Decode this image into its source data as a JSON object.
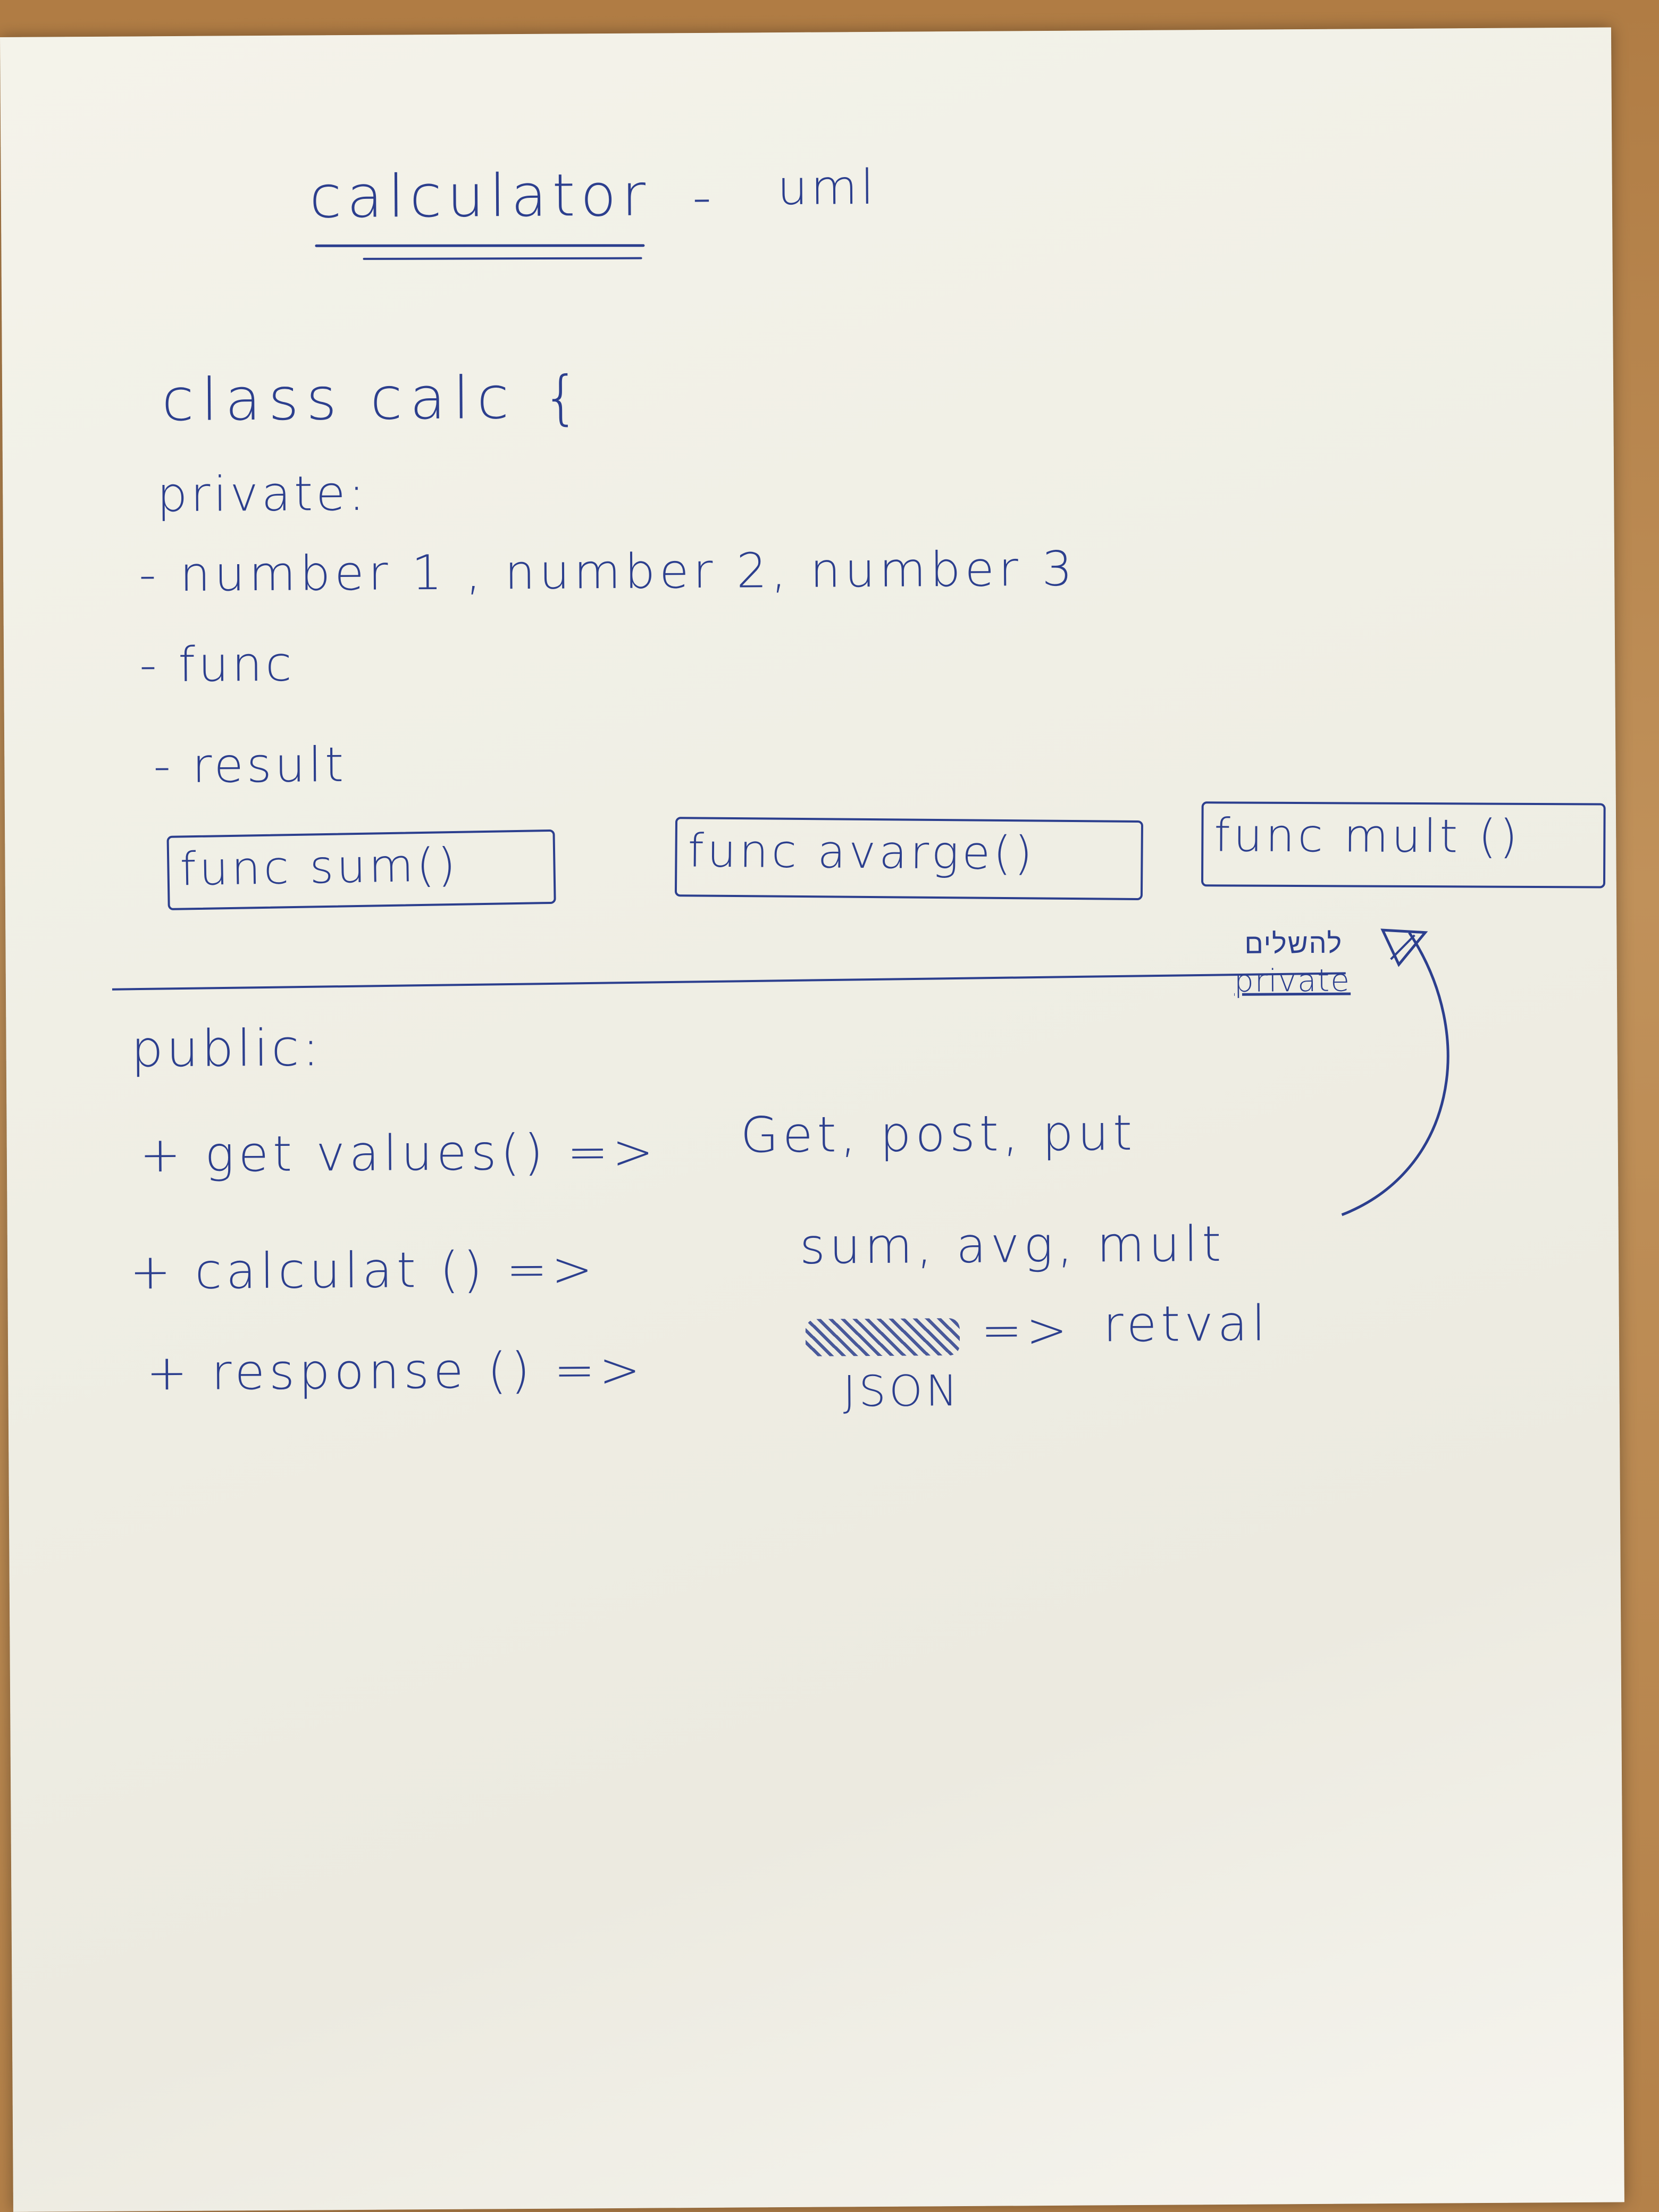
{
  "note": {
    "title": "calculator",
    "title_dash": "-",
    "title_suffix": "uml",
    "class_line": "class   calc {",
    "private_label": "private:",
    "private_members": [
      "- number 1  , number 2,   number 3",
      "-  func",
      "- result"
    ],
    "private_functions": [
      "func  sum()",
      "func  avarge()",
      "func mult ()"
    ],
    "annotation_hebrew": "להשלים",
    "annotation_private": "private",
    "public_label": "public:",
    "public_methods": [
      {
        "left": "+ get values() =>",
        "right": "Get, post, put"
      },
      {
        "left": "+  calculat () =>",
        "right": "sum, avg, mult"
      },
      {
        "left": "+ response () =>",
        "arrow": "=>",
        "right": "retval",
        "sub": "JSON"
      }
    ]
  }
}
